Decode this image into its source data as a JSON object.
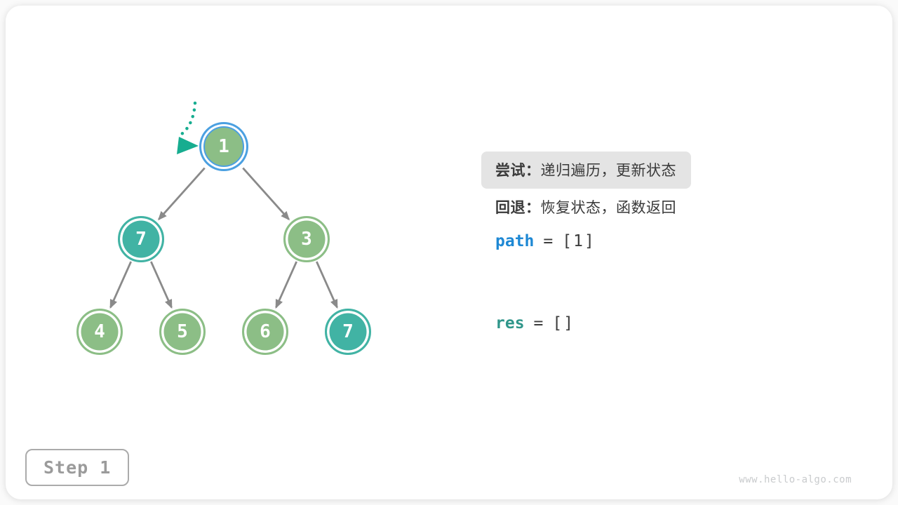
{
  "figure": {
    "step_label": "Step 1",
    "watermark": "www.hello-algo.com"
  },
  "legend": {
    "try_label": "尝试：",
    "try_text": "递归遍历，更新状态",
    "back_label": "回退：",
    "back_text": "恢复状态，函数返回"
  },
  "variables": [
    {
      "name": "path",
      "operator": "=",
      "value": "[1]",
      "color_key": "path_blue"
    },
    {
      "name": "res",
      "operator": "=",
      "value": "[]",
      "color_key": "res_teal"
    }
  ],
  "tree": {
    "nodes": [
      {
        "id": "n1",
        "value": "1",
        "variant": "green",
        "active": true,
        "row": 0,
        "col": 1.5
      },
      {
        "id": "n7a",
        "value": "7",
        "variant": "teal",
        "active": false,
        "row": 1,
        "col": 0.5
      },
      {
        "id": "n3",
        "value": "3",
        "variant": "green",
        "active": false,
        "row": 1,
        "col": 2.5
      },
      {
        "id": "n4",
        "value": "4",
        "variant": "green",
        "active": false,
        "row": 2,
        "col": 0
      },
      {
        "id": "n5",
        "value": "5",
        "variant": "green",
        "active": false,
        "row": 2,
        "col": 1
      },
      {
        "id": "n6",
        "value": "6",
        "variant": "green",
        "active": false,
        "row": 2,
        "col": 2
      },
      {
        "id": "n7b",
        "value": "7",
        "variant": "teal",
        "active": false,
        "row": 2,
        "col": 3
      }
    ],
    "edges": [
      [
        "n1",
        "n7a"
      ],
      [
        "n1",
        "n3"
      ],
      [
        "n7a",
        "n4"
      ],
      [
        "n7a",
        "n5"
      ],
      [
        "n3",
        "n6"
      ],
      [
        "n3",
        "n7b"
      ]
    ]
  },
  "colors": {
    "green": "#8CBE86",
    "teal": "#41B3A4",
    "active_ring": "#4BA0E1",
    "edge": "#8A8A8A",
    "pointer": "#17AD90",
    "path_blue": "#1E88D4",
    "res_teal": "#2F968A",
    "cn_text": "#3A3A3A",
    "code_text": "#3C3C3C",
    "highlight_bg": "#E4E4E4",
    "step_text": "#9B9B9B",
    "step_border": "#ABABAB",
    "watermark_c": "#C9CBCD"
  }
}
